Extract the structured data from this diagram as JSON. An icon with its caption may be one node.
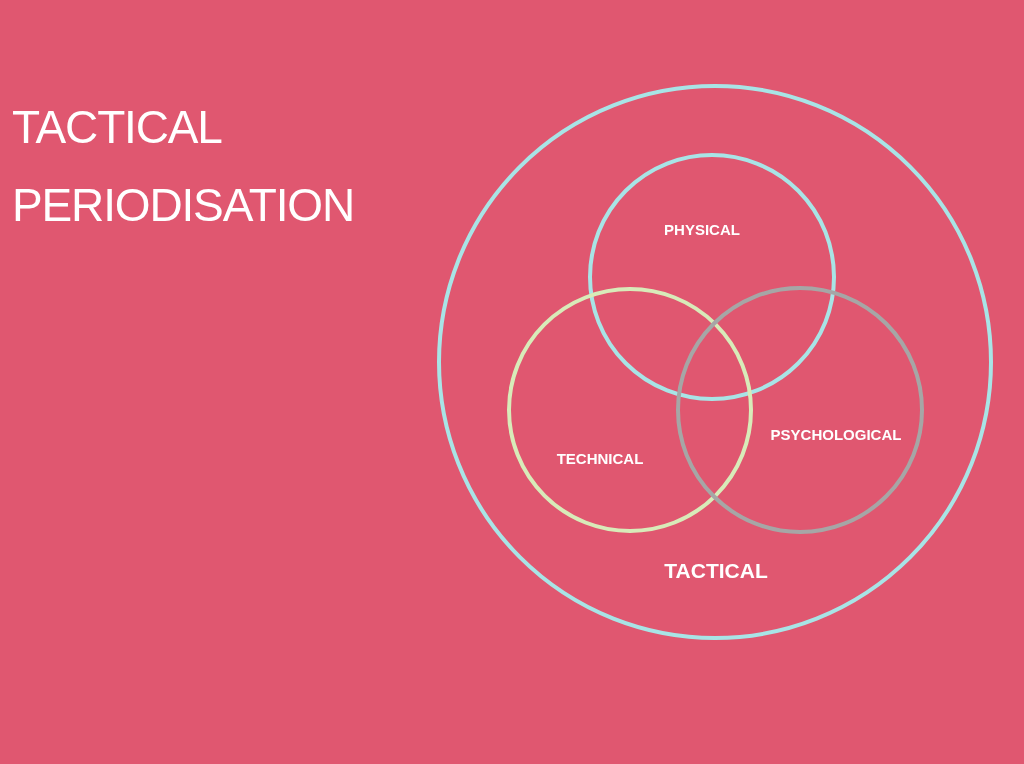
{
  "diagram": {
    "title": "TACTICAL PERIODISATION",
    "nodes": [
      {
        "text": [
          "TACTICAL"
        ]
      },
      {
        "text": [
          "PHYSICAL"
        ],
        "in": 0
      },
      {
        "text": [
          "TECHNICAL"
        ],
        "in": 0
      },
      {
        "text": [
          "PSYCHOLOGICAL"
        ],
        "in": 0
      }
    ]
  }
}
